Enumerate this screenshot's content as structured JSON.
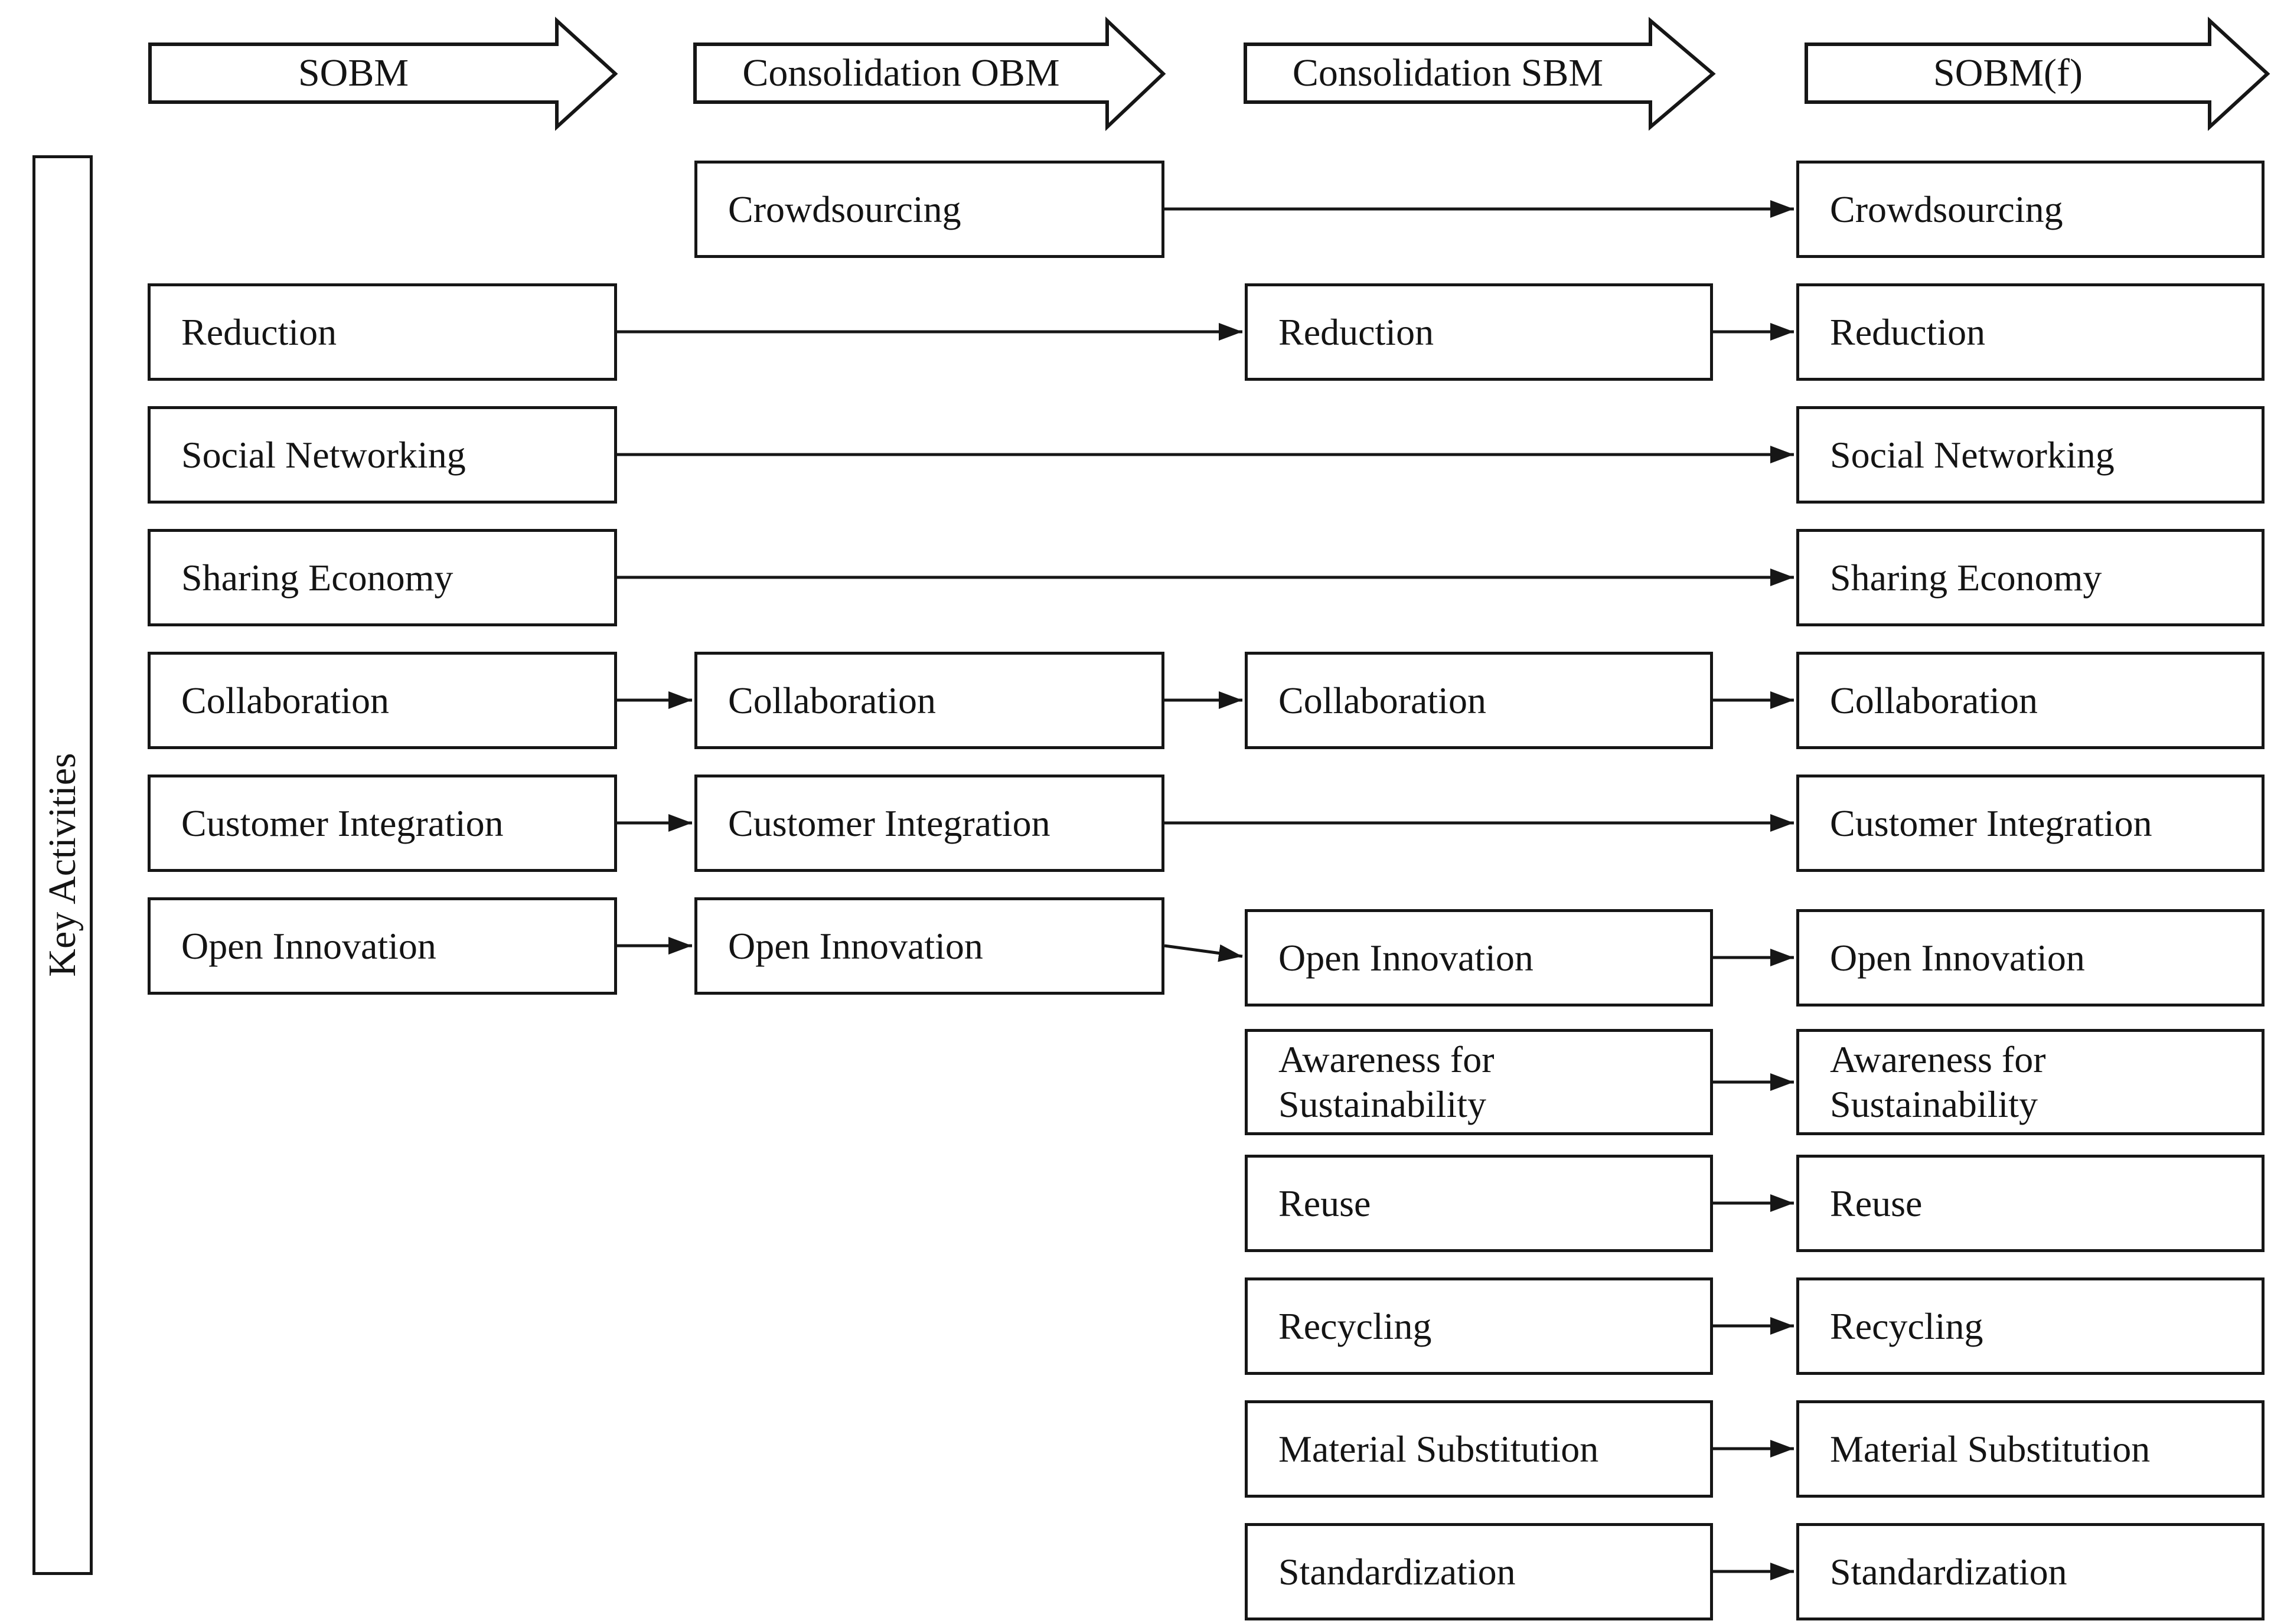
{
  "figure_type": "flow-diagram",
  "sidebar": {
    "label": "Key Activities"
  },
  "columns": [
    {
      "header": "SOBM",
      "boxes": [
        {
          "label": "Reduction"
        },
        {
          "label": "Social Networking"
        },
        {
          "label": "Sharing Economy"
        },
        {
          "label": "Collaboration"
        },
        {
          "label": "Customer Integration"
        },
        {
          "label": "Open Innovation"
        }
      ]
    },
    {
      "header": "Consolidation OBM",
      "boxes": [
        {
          "label": "Crowdsourcing"
        },
        {
          "label": "Collaboration"
        },
        {
          "label": "Customer Integration"
        },
        {
          "label": "Open Innovation"
        }
      ]
    },
    {
      "header": "Consolidation SBM",
      "boxes": [
        {
          "label": "Reduction"
        },
        {
          "label": "Collaboration"
        },
        {
          "label": "Open Innovation"
        },
        {
          "label": "Awareness for Sustainability"
        },
        {
          "label": "Reuse"
        },
        {
          "label": "Recycling"
        },
        {
          "label": "Material Substitution"
        },
        {
          "label": "Standardization"
        }
      ]
    },
    {
      "header": "SOBM(f)",
      "boxes": [
        {
          "label": "Crowdsourcing"
        },
        {
          "label": "Reduction"
        },
        {
          "label": "Social Networking"
        },
        {
          "label": "Sharing Economy"
        },
        {
          "label": "Collaboration"
        },
        {
          "label": "Customer Integration"
        },
        {
          "label": "Open Innovation"
        },
        {
          "label": "Awareness for Sustainability"
        },
        {
          "label": "Reuse"
        },
        {
          "label": "Recycling"
        },
        {
          "label": "Material Substitution"
        },
        {
          "label": "Standardization"
        }
      ]
    }
  ],
  "connections": [
    {
      "from": "Consolidation OBM: Crowdsourcing",
      "to": "SOBM(f): Crowdsourcing"
    },
    {
      "from": "SOBM: Reduction",
      "to": "Consolidation SBM: Reduction"
    },
    {
      "from": "Consolidation SBM: Reduction",
      "to": "SOBM(f): Reduction"
    },
    {
      "from": "SOBM: Social Networking",
      "to": "SOBM(f): Social Networking"
    },
    {
      "from": "SOBM: Sharing Economy",
      "to": "SOBM(f): Sharing Economy"
    },
    {
      "from": "SOBM: Collaboration",
      "to": "Consolidation OBM: Collaboration"
    },
    {
      "from": "Consolidation OBM: Collaboration",
      "to": "Consolidation SBM: Collaboration"
    },
    {
      "from": "Consolidation SBM: Collaboration",
      "to": "SOBM(f): Collaboration"
    },
    {
      "from": "SOBM: Customer Integration",
      "to": "Consolidation OBM: Customer Integration"
    },
    {
      "from": "Consolidation OBM: Customer Integration",
      "to": "SOBM(f): Customer Integration"
    },
    {
      "from": "SOBM: Open Innovation",
      "to": "Consolidation OBM: Open Innovation"
    },
    {
      "from": "Consolidation OBM: Open Innovation",
      "to": "Consolidation SBM: Open Innovation"
    },
    {
      "from": "Consolidation SBM: Open Innovation",
      "to": "SOBM(f): Open Innovation"
    },
    {
      "from": "Consolidation SBM: Awareness for Sustainability",
      "to": "SOBM(f): Awareness for Sustainability"
    },
    {
      "from": "Consolidation SBM: Reuse",
      "to": "SOBM(f): Reuse"
    },
    {
      "from": "Consolidation SBM: Recycling",
      "to": "SOBM(f): Recycling"
    },
    {
      "from": "Consolidation SBM: Material Substitution",
      "to": "SOBM(f): Material Substitution"
    },
    {
      "from": "Consolidation SBM: Standardization",
      "to": "SOBM(f): Standardization"
    }
  ],
  "colors": {
    "background": "#ffffff",
    "line": "#161616",
    "text": "#141414"
  }
}
